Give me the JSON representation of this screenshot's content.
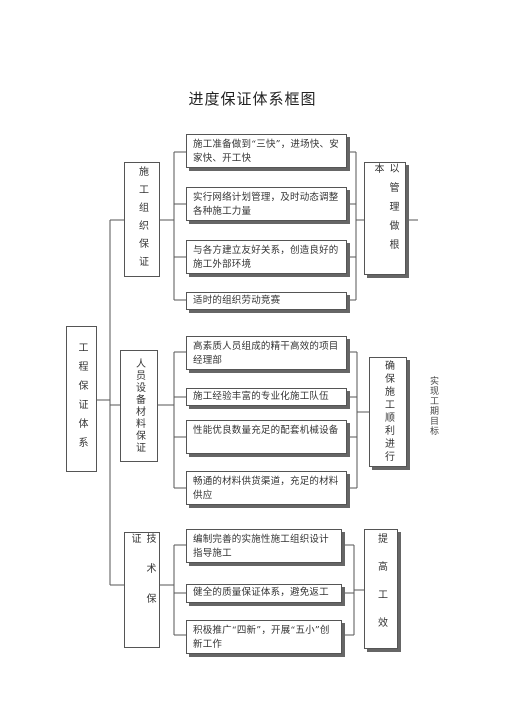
{
  "title": "进度保证体系框图",
  "root": "工程保证体系",
  "groups": [
    {
      "label": "施工组织保证",
      "items": [
        "施工准备做到“三快”，进场快、安家快、开工快",
        "实行网络计划管理，及时动态调整各种施工力量",
        "与各方建立友好关系，创造良好的施工外部环境",
        "适时的组织劳动竞赛"
      ],
      "result": "以管理做根本"
    },
    {
      "label": "人员设备材料保证",
      "items": [
        "高素质人员组成的精干高效的项目经理部",
        "施工经验丰富的专业化施工队伍",
        "性能优良数量充足的配套机械设备",
        "畅通的材料供货渠道，充足的材料供应"
      ],
      "result": "确保施工顺利进行"
    },
    {
      "label": "技术保证",
      "items": [
        "编制完善的实施性施工组织设计指导施工",
        "健全的质量保证体系，避免返工",
        "积极推广“四新”，开展“五小”创新工作"
      ],
      "result": "提高工效"
    }
  ],
  "goal": "实现工期目标"
}
